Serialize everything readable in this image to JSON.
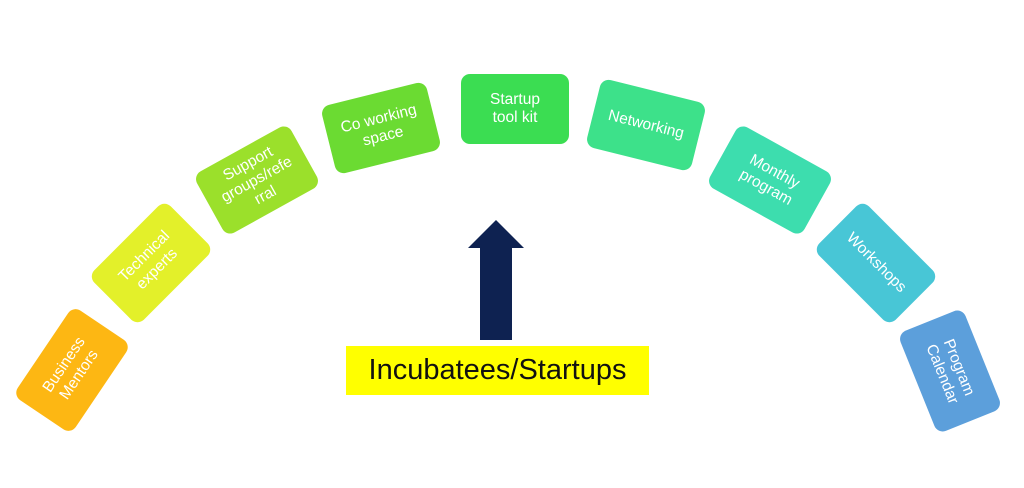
{
  "items": [
    {
      "label": "Business\nMentors",
      "color": "#FDB713"
    },
    {
      "label": "Technical\nexperts",
      "color": "#E3F02A"
    },
    {
      "label": "Support\ngroups/refe\nrral",
      "color": "#9BE02B"
    },
    {
      "label": "Co working\nspace",
      "color": "#6BDB32"
    },
    {
      "label": "Startup\ntool kit",
      "color": "#3BDD52"
    },
    {
      "label": "Networking",
      "color": "#3DE18A"
    },
    {
      "label": "Monthly\nprogram",
      "color": "#3DDDAE"
    },
    {
      "label": "Workshops",
      "color": "#48C6D6"
    },
    {
      "label": "Program\nCalendar",
      "color": "#5C9FDB"
    }
  ],
  "arrow_color": "#0E2251",
  "caption": {
    "text": "Incubatees/Startups",
    "background": "#FFFF00"
  }
}
